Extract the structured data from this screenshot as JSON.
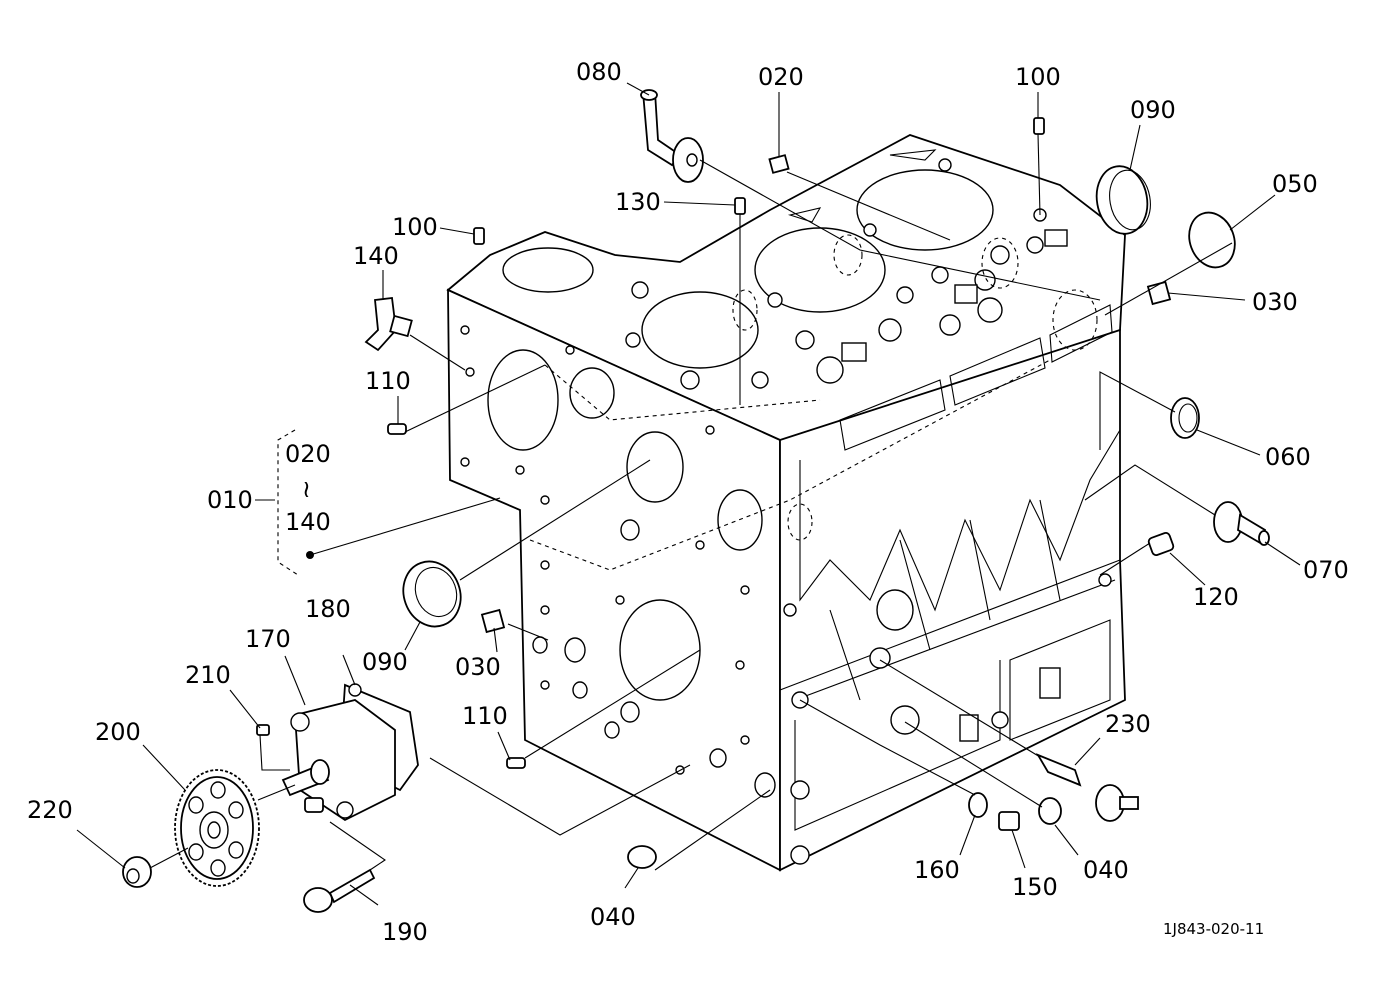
{
  "labels": {
    "p080": "080",
    "p020_top": "020",
    "p100_top": "100",
    "p090_top": "090",
    "p050": "050",
    "p130": "130",
    "p100_left": "100",
    "p140_left": "140",
    "p030_right": "030",
    "p110_left": "110",
    "p060": "060",
    "p020_group": "020",
    "group_tilde": "≀",
    "p140_group": "140",
    "p010": "010",
    "p070": "070",
    "p120": "120",
    "p180": "180",
    "p170": "170",
    "p090_left": "090",
    "p030_mid": "030",
    "p210": "210",
    "p200": "200",
    "p110_mid": "110",
    "p230": "230",
    "p220": "220",
    "p160": "160",
    "p040_right": "040",
    "p150": "150",
    "p190": "190",
    "p040_bottom": "040"
  },
  "figure_code": "1J843-020-11"
}
